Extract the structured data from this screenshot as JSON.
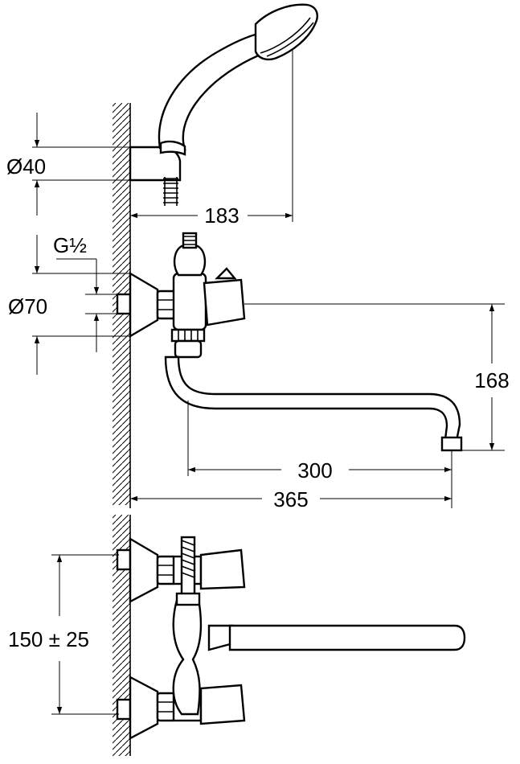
{
  "dimensions": {
    "shower_diameter": "Ø40",
    "handshower_reach": "183",
    "thread": "G½",
    "rosette_diameter": "Ø70",
    "spout_height": "168",
    "spout_projection": "300",
    "overall_projection": "365",
    "inlet_centres": "150 ± 25"
  }
}
